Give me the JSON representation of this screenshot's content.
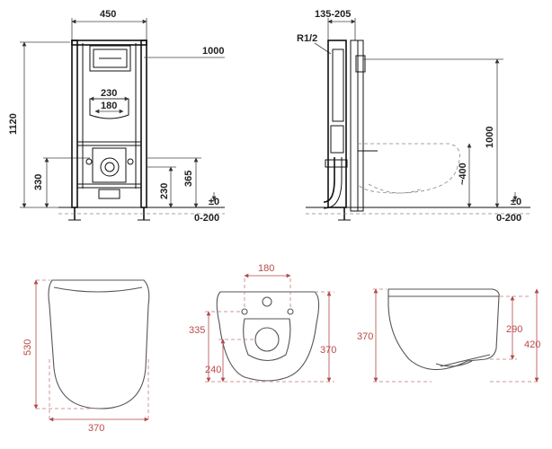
{
  "frame_front": {
    "width": "450",
    "height": "1120",
    "top_mark": "1000",
    "plate_width": "230",
    "plate_inner": "180",
    "drain_height": "330",
    "bolt_height": "230",
    "outlet_height": "365",
    "zero": "±0",
    "floor_range": "0-200"
  },
  "frame_side": {
    "depth_range": "135-205",
    "pipe_thread": "R1/2",
    "total_height": "1000",
    "seat_height": "~400",
    "zero": "±0",
    "floor_range": "0-200"
  },
  "toilet_top": {
    "length": "530",
    "width": "370"
  },
  "toilet_rear": {
    "bolt_spacing": "180",
    "left_height": "335",
    "lower_height": "240",
    "right_height": "370"
  },
  "toilet_side": {
    "height": "370",
    "outlet_height": "290",
    "total_height": "420"
  }
}
